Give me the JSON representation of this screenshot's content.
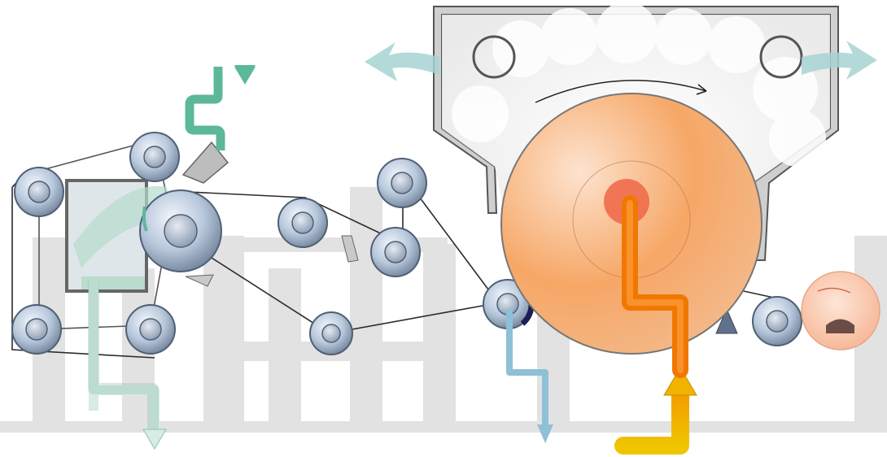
{
  "diagram": {
    "kind": "paper machine process schematic",
    "labels": [],
    "colors": {
      "background": "#ffffff",
      "watermark": "#d9d9d9",
      "hood": "#d2d2d2",
      "hood_outline": "#555555",
      "roll_fill": "#b8c8dc",
      "roll_hub": "#8a9ab0",
      "roll_outline": "#4f6075",
      "felt": "#222222",
      "cylinder": "#f6a766",
      "cylinder_light": "#fde3cf",
      "steam_in": "#f0b400",
      "condensate": "#f07800",
      "water_in": "#5cb89a",
      "white_water": "#d6ece4",
      "wet_outlet": "#8ec0d6",
      "vapor_arrows": "#a6d4d2",
      "reel": "#f7c6ad"
    },
    "flows": [
      {
        "name": "stock-inlet",
        "direction": "down",
        "color": "water_in"
      },
      {
        "name": "white-water-drain",
        "direction": "down",
        "color": "white_water"
      },
      {
        "name": "felt-water-drain",
        "direction": "down",
        "color": "wet_outlet"
      },
      {
        "name": "steam-supply",
        "direction": "up",
        "color": "steam_in"
      },
      {
        "name": "vapor-exhaust-left",
        "direction": "left",
        "color": "vapor_arrows"
      },
      {
        "name": "vapor-exhaust-right",
        "direction": "right",
        "color": "vapor_arrows"
      }
    ]
  }
}
